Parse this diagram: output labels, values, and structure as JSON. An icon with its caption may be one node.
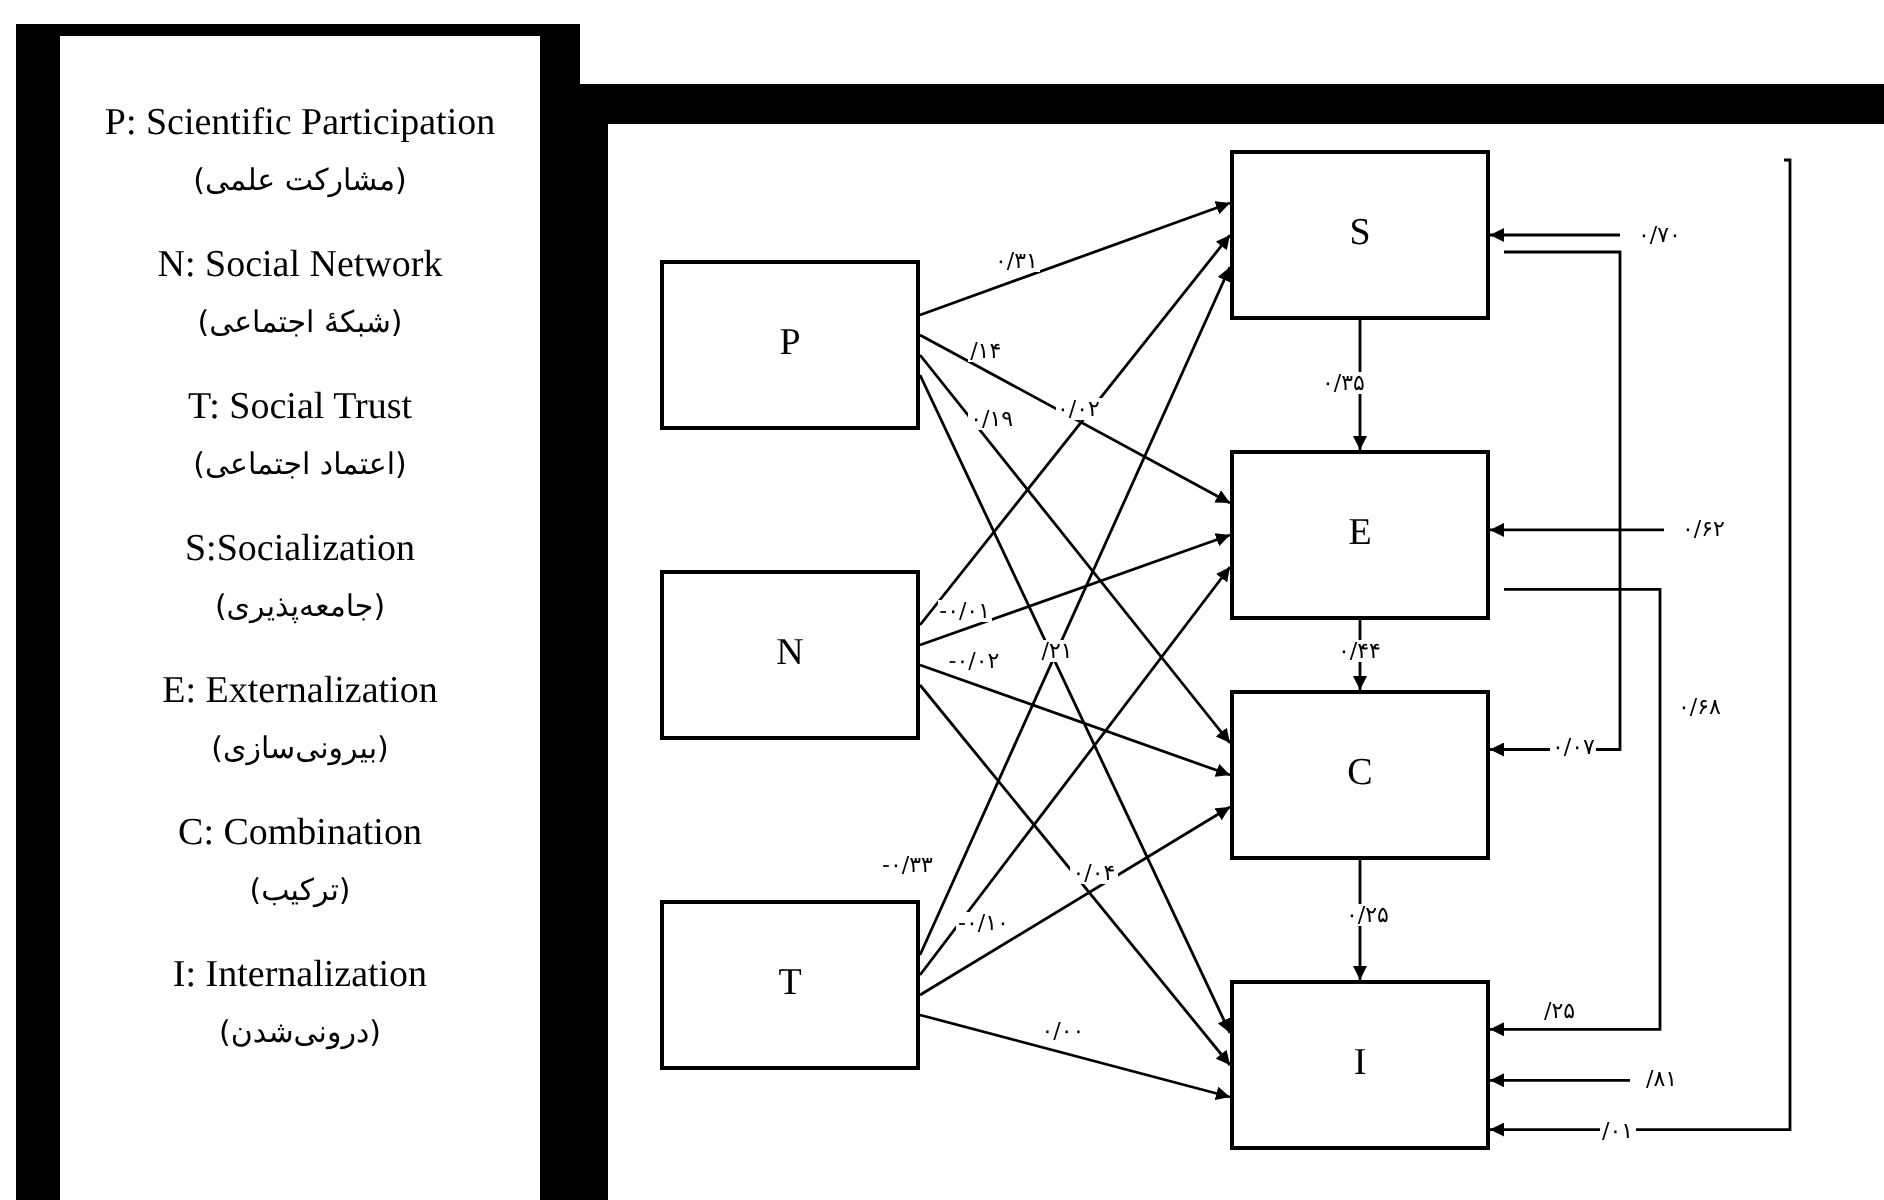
{
  "diagram": {
    "nodes": [
      {
        "text": [
          "P"
        ]
      },
      {
        "text": [
          "N"
        ]
      },
      {
        "text": [
          "T"
        ]
      },
      {
        "text": [
          "S"
        ]
      },
      {
        "text": [
          "E"
        ]
      },
      {
        "text": [
          "C"
        ]
      },
      {
        "text": [
          "I"
        ]
      }
    ],
    "edges": [
      {
        "from": 0,
        "to": 3,
        "arrow": "to",
        "label": "۰/۳۱"
      },
      {
        "from": 0,
        "to": 4,
        "arrow": "to",
        "label": "/۱۴"
      },
      {
        "from": 0,
        "to": 5,
        "arrow": "to",
        "label": "۰/۱۹"
      },
      {
        "from": 0,
        "to": 6,
        "arrow": "to",
        "label": "/۲۱"
      },
      {
        "from": 1,
        "to": 3,
        "arrow": "to",
        "label": "۰/۰۲"
      },
      {
        "from": 1,
        "to": 4,
        "arrow": "to",
        "label": "-۰/۰۱"
      },
      {
        "from": 1,
        "to": 5,
        "arrow": "to",
        "label": "-۰/۰۲"
      },
      {
        "from": 1,
        "to": 6,
        "arrow": "to",
        "label": "۰/۰۴"
      },
      {
        "from": 2,
        "to": 3,
        "arrow": "to",
        "label": "-۰/۳۳"
      },
      {
        "from": 2,
        "to": 4,
        "arrow": "to",
        "label": "-۰/۱۰"
      },
      {
        "from": 2,
        "to": 5,
        "arrow": "to"
      },
      {
        "from": 2,
        "to": 6,
        "arrow": "to",
        "label": "۰/۰۰"
      },
      {
        "from": 3,
        "to": 4,
        "arrow": "to",
        "label": "۰/۳۵"
      },
      {
        "from": 4,
        "to": 5,
        "arrow": "to",
        "label": "۰/۴۴"
      },
      {
        "from": 5,
        "to": 6,
        "arrow": "to",
        "label": "۰/۲۵"
      },
      {
        "from": null,
        "to": 3,
        "arrow": "to",
        "label": "۰/۷۰"
      },
      {
        "from": null,
        "to": 4,
        "arrow": "to",
        "label": "۰/۶۲"
      },
      {
        "from": 3,
        "to": 5,
        "arrow": "to",
        "label": "۰/۰۷"
      },
      {
        "from": 4,
        "to": 6,
        "arrow": "to",
        "label": "۰/۶۸"
      },
      {
        "from": null,
        "to": 6,
        "arrow": "to",
        "label": "/۸۱"
      },
      {
        "from": null,
        "to": 6,
        "arrow": "to",
        "label": "/۰۱"
      }
    ],
    "labels": [
      "P: Scientific Participation",
      "(مشارکت علمی)",
      "N: Social Network",
      "(شبکهٔ اجتماعی)",
      "T: Social Trust",
      "(اعتماد اجتماعی)",
      "S:Socialization",
      "(جامعه‌پذیری)",
      "E: Externalization",
      "(بیرونی‌سازی)",
      "C: Combination",
      "(ترکیب)",
      "I: Internalization",
      "(درونی‌شدن)",
      "/۲۵"
    ]
  }
}
